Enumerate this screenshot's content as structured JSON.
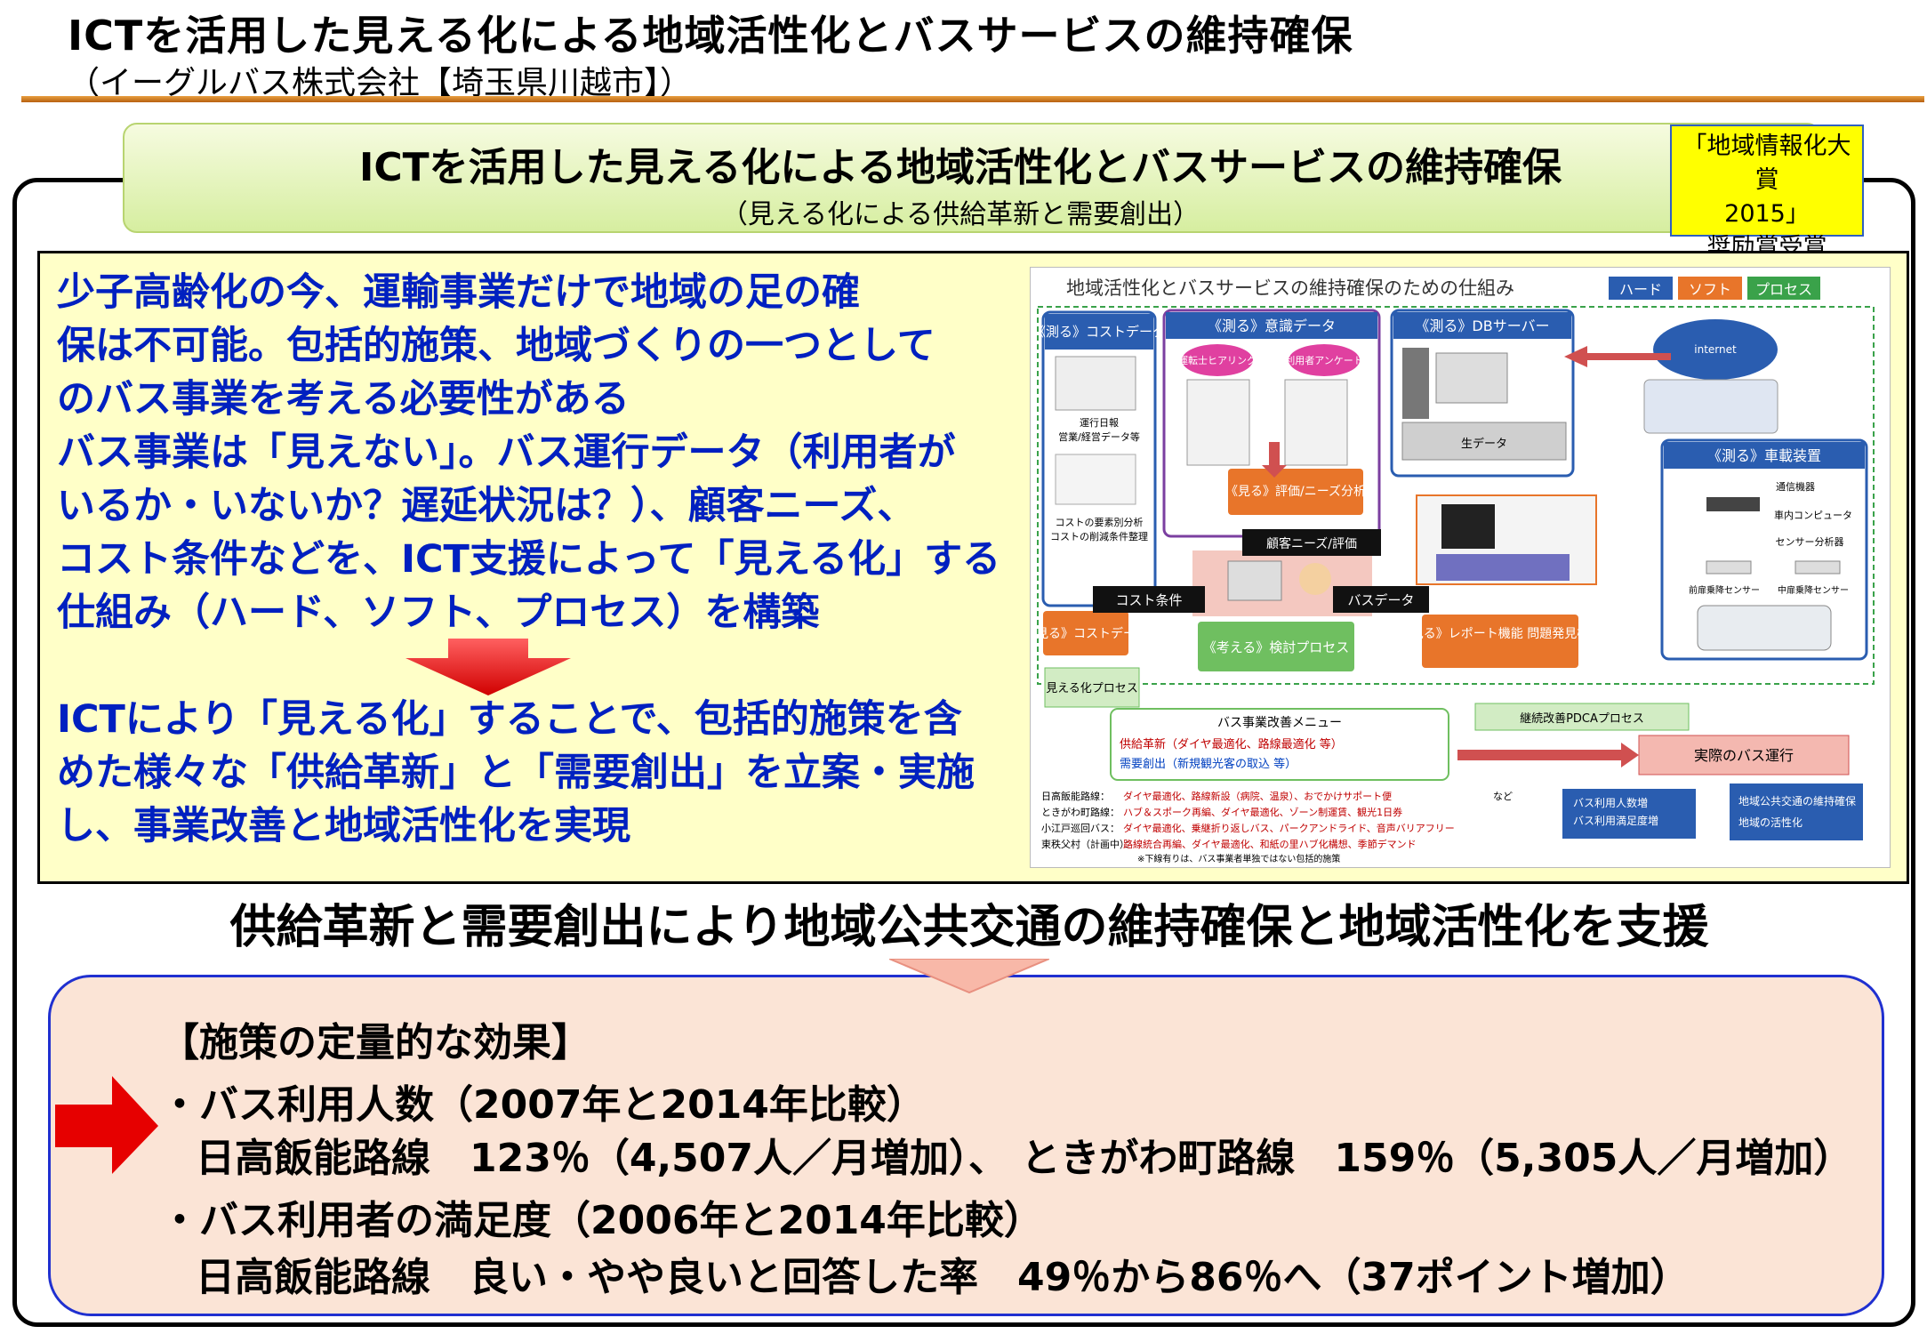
{
  "header": {
    "title": "ICTを活用した見える化による地域活性化とバスサービスの維持確保",
    "subtitle": "（イーグルバス株式会社【埼玉県川越市】）"
  },
  "banner": {
    "title": "ICTを活用した見える化による地域活性化とバスサービスの維持確保",
    "subtitle": "（見える化による供給革新と需要創出）"
  },
  "award": {
    "line1": "「地域情報化大賞",
    "line2": "2015」",
    "line3": "奨励賞受賞"
  },
  "panel": {
    "lines": [
      "少子高齢化の今、運輸事業だけで地域の足の確",
      "保は不可能。包括的施策、地域づくりの一つとして",
      "のバス事業を考える必要性がある",
      "バス事業は「見えない」。バス運行データ（利用者が",
      "いるか・いないか？遅延状況は？）、顧客ニーズ、",
      "コスト条件などを、ICT支援によって「見える化」する",
      "仕組み（ハード、ソフト、プロセス）を構築"
    ],
    "result_lines": [
      "ICTにより「見える化」することで、包括的施策を含",
      "めた様々な「供給革新」と「需要創出」を立案・実施",
      "し、事業改善と地域活性化を実現"
    ]
  },
  "diagram": {
    "title": "地域活性化とバスサービスの維持確保のための仕組み",
    "legend": [
      "ハード",
      "ソフト",
      "プロセス"
    ],
    "box_cost_measure": "《測る》コストデータ",
    "box_survey": "《測る》意識データ",
    "survey_a": "運転士ヒアリング",
    "survey_b": "利用者アンケート",
    "box_db": "《測る》DBサーバー",
    "db_raw": "生データ",
    "internet": "internet",
    "box_vehicle": "《測る》車載装置",
    "vehicle_items": [
      "通信機器",
      "車内コンピュータ",
      "センサー分析器",
      "前扉乗降センサー",
      "中扉乗降センサー"
    ],
    "cost_note1": "運行日報",
    "cost_note2": "営業/経営データ等",
    "cost_note3": "コストの要素別分析",
    "cost_note4": "コストの削減条件整理",
    "see_eval": "《見る》評価/ニーズ分析",
    "needs_label": "顧客ニーズ/評価",
    "cost_cond": "コスト条件",
    "bus_data": "バスデータ",
    "see_cost": "《見る》コストデータ",
    "think": "《考える》検討プロセス",
    "see_report": "《見る》レポート機能 問題発見機能",
    "visual_process": "見える化プロセス",
    "menu_title": "バス事業改善メニュー",
    "menu_supply": "供給革新（ダイヤ最適化、路線最適化 等）",
    "menu_demand": "需要創出（新規観光客の取込 等）",
    "pdca": "継続改善PDCAプロセス",
    "actual": "実際のバス運行",
    "routes": [
      {
        "name": "日高飯能路線：",
        "text": "ダイヤ最適化、路線新設（病院、温泉）、おでかけサポート便"
      },
      {
        "name": "ときがわ町路線：",
        "text": "ハブ＆スポーク再編、ダイヤ最適化、ゾーン制運賃、観光1日券"
      },
      {
        "name": "小江戸巡回バス：",
        "text": "ダイヤ最適化、乗継折り返しバス、パークアンドライド、音声バリアフリー"
      },
      {
        "name": "東秩父村（計画中）：",
        "text": "路線統合再編、ダイヤ最適化、和紙の里ハブ化構想、季節デマンド"
      }
    ],
    "routes_etc": "など",
    "footnote": "※下線有りは、バス事業者単独ではない包括的施策",
    "effects1": [
      "バス利用人数増",
      "バス利用満足度増"
    ],
    "effects2": [
      "地域公共交通の維持確保",
      "地域の活性化"
    ]
  },
  "support": "供給革新と需要創出により地域公共交通の維持確保と地域活性化を支援",
  "results": {
    "heading": "【施策の定量的な効果】",
    "item1": "・バス利用人数（2007年と2014年比較）",
    "item1_detail": "日高飯能路線　123％（4,507人／月増加）、 ときがわ町路線　159％（5,305人／月増加）",
    "item2": "・バス利用者の満足度（2006年と2014年比較）",
    "item2_detail": "日高飯能路線　良い・やや良いと回答した率　49％から86％へ（37ポイント増加）"
  },
  "colors": {
    "blue_text": "#0020c0",
    "arrow_red": "#e60000",
    "award_bg": "#ffff00",
    "panel_bg": "#ffffc8",
    "result_bg": "#fbe4d6"
  }
}
